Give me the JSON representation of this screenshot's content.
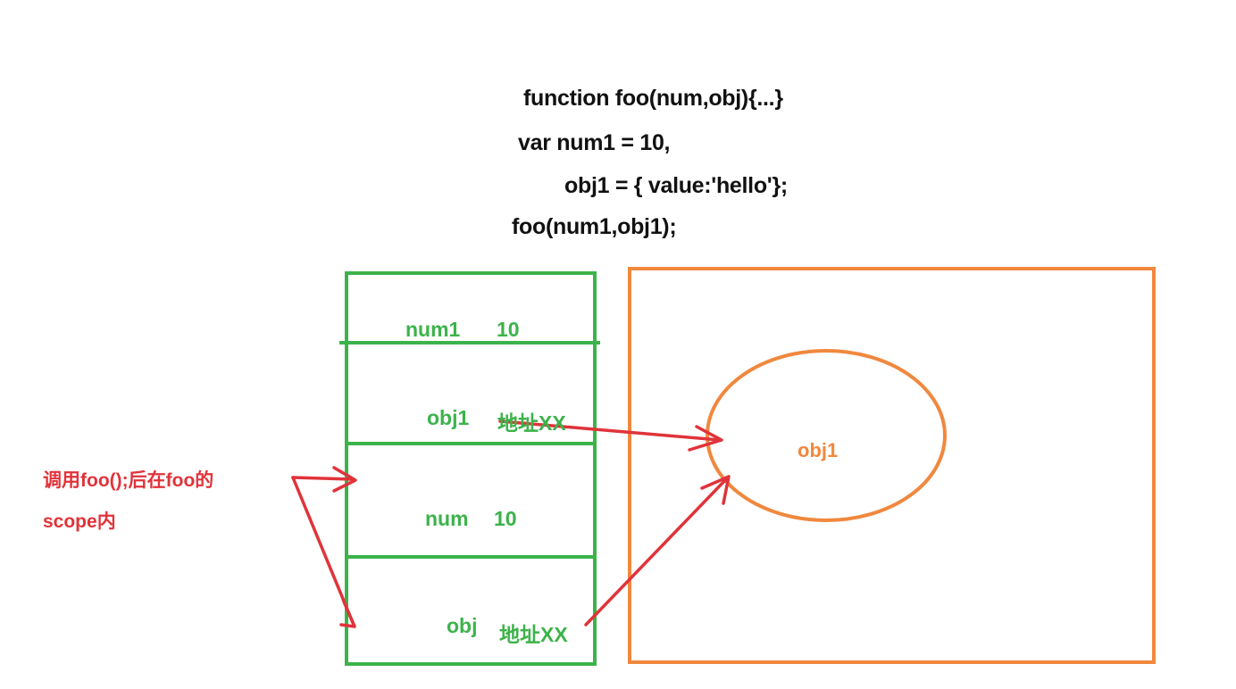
{
  "code": {
    "line1": "function foo(num,obj){...}",
    "line2": "var num1 = 10,",
    "line3": "obj1 = { value:'hello'};",
    "line4": "foo(num1,obj1);"
  },
  "stack": {
    "cells": [
      {
        "name": "num1",
        "value": "10"
      },
      {
        "name": "obj1",
        "value": "地址XX"
      },
      {
        "name": "num",
        "value": "10"
      },
      {
        "name": "obj",
        "value": "地址XX"
      }
    ]
  },
  "heap": {
    "object_label": "obj1"
  },
  "annotation": {
    "line1": "调用foo();后在foo的",
    "line2": "scope内"
  },
  "colors": {
    "stack": "#3cb34a",
    "heap": "#f0883e",
    "arrow": "#e0333a",
    "text": "#111111"
  }
}
